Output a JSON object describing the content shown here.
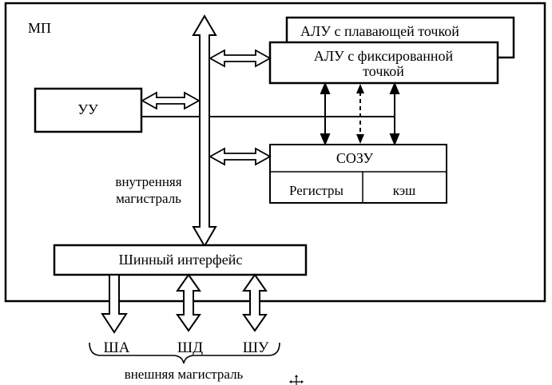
{
  "labels": {
    "mp": "МП",
    "alu_float": "АЛУ с плавающей точкой",
    "alu_fixed_line1": "АЛУ с фиксированной",
    "alu_fixed_line2": "точкой",
    "uu": "УУ",
    "sozu": "СОЗУ",
    "registers": "Регистры",
    "cache": "кэш",
    "internal_bus_line1": "внутренняя",
    "internal_bus_line2": "магистраль",
    "bus_interface": "Шинный интерфейс",
    "sha": "ША",
    "shd": "ШД",
    "shu": "ШУ",
    "external_bus": "внешняя магистраль"
  },
  "icons": {
    "cursor": "move-cursor-icon"
  },
  "colors": {
    "line": "#000000",
    "background": "#ffffff"
  }
}
